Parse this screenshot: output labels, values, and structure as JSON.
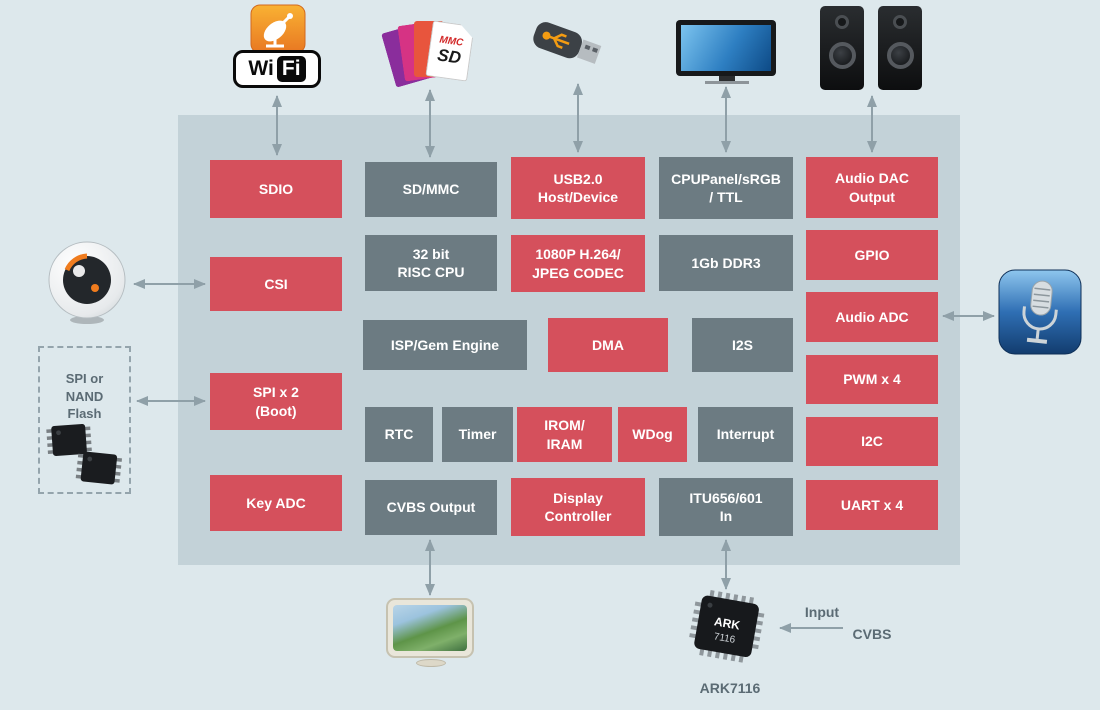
{
  "colors": {
    "background": "#dde8ec",
    "panel": "#c3d2d8",
    "block_red": "#d5505c",
    "block_gray": "#6c7b82",
    "arrow": "#8fa0a8",
    "block_text": "#ffffff",
    "caption_text": "#5b6b74"
  },
  "blocks": {
    "sdio": "SDIO",
    "sd_mmc": "SD/MMC",
    "usb": "USB2.0\nHost/Device",
    "cpupanel": "CPUPanel/sRGB\n/ TTL",
    "audio_dac": "Audio DAC\nOutput",
    "csi": "CSI",
    "risc": "32 bit\nRISC CPU",
    "codec": "1080P H.264/\nJPEG CODEC",
    "ddr3": "1Gb DDR3",
    "gpio": "GPIO",
    "isp": "ISP/Gem Engine",
    "dma": "DMA",
    "i2s": "I2S",
    "audio_adc": "Audio ADC",
    "spi": "SPI x 2\n(Boot)",
    "pwm": "PWM x 4",
    "rtc": "RTC",
    "timer": "Timer",
    "irom": "IROM/\nIRAM",
    "wdog": "WDog",
    "interrupt": "Interrupt",
    "i2c": "I2C",
    "key_adc": "Key ADC",
    "cvbs_out": "CVBS Output",
    "display_ctrl": "Display\nController",
    "itu": "ITU656/601\nIn",
    "uart": "UART x 4"
  },
  "labels": {
    "spi_nand": "SPI or\nNAND\nFlash",
    "input": "Input",
    "cvbs": "CVBS",
    "ark7116": "ARK7116"
  },
  "icons": {
    "wifi_wi": "Wi",
    "wifi_fi": "Fi",
    "mmc": "MMC",
    "sd": "SD",
    "chip_line1": "ARK",
    "chip_line2": "7116"
  }
}
